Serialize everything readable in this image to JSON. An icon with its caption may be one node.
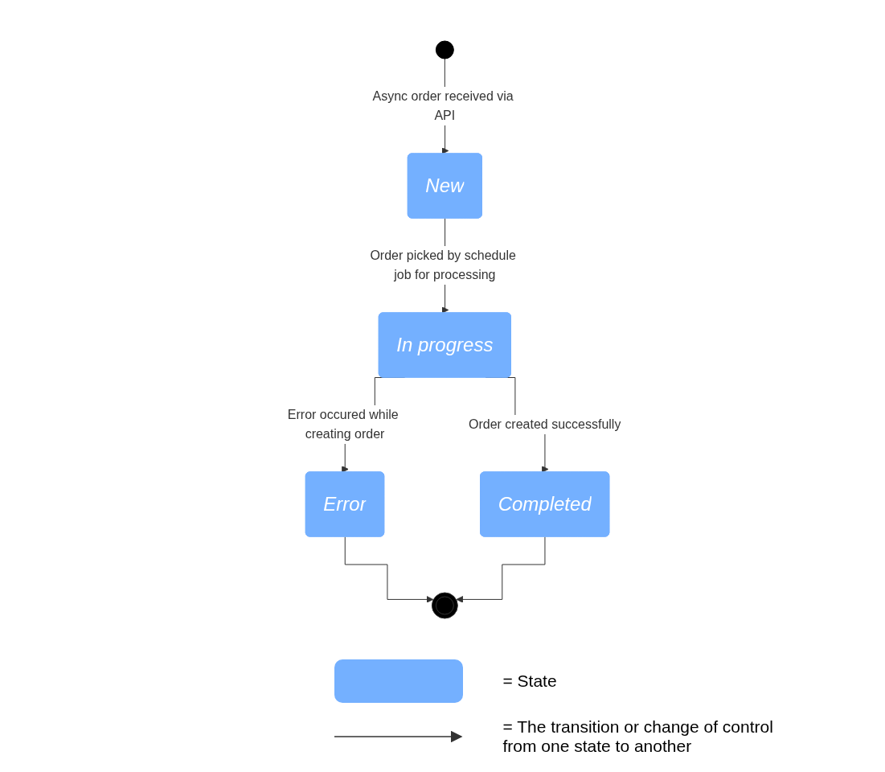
{
  "diagram": {
    "nodes": [
      {
        "text": [],
        "shape": "circle"
      },
      {
        "text": [
          "New"
        ]
      },
      {
        "text": [
          "In progress"
        ]
      },
      {
        "text": [
          "Error"
        ]
      },
      {
        "text": [
          "Completed"
        ]
      },
      {
        "text": [],
        "shape": "circle"
      }
    ],
    "edges": [
      {
        "from": 0,
        "to": 1,
        "arrow": "to",
        "label": "Async order received via API"
      },
      {
        "from": 1,
        "to": 2,
        "arrow": "to",
        "label": "Order picked by schedule job for processing"
      },
      {
        "from": 2,
        "to": 3,
        "arrow": "to",
        "label": "Error occured while creating order"
      },
      {
        "from": 2,
        "to": 4,
        "arrow": "to",
        "label": "Order created successfully"
      },
      {
        "from": 3,
        "to": 5,
        "arrow": "to"
      },
      {
        "from": 4,
        "to": 5,
        "arrow": "to"
      }
    ],
    "legend": [
      {
        "text": "= State",
        "color": "#74b0ff"
      },
      {
        "text": "= The transition or change of control from one state to another"
      }
    ]
  }
}
